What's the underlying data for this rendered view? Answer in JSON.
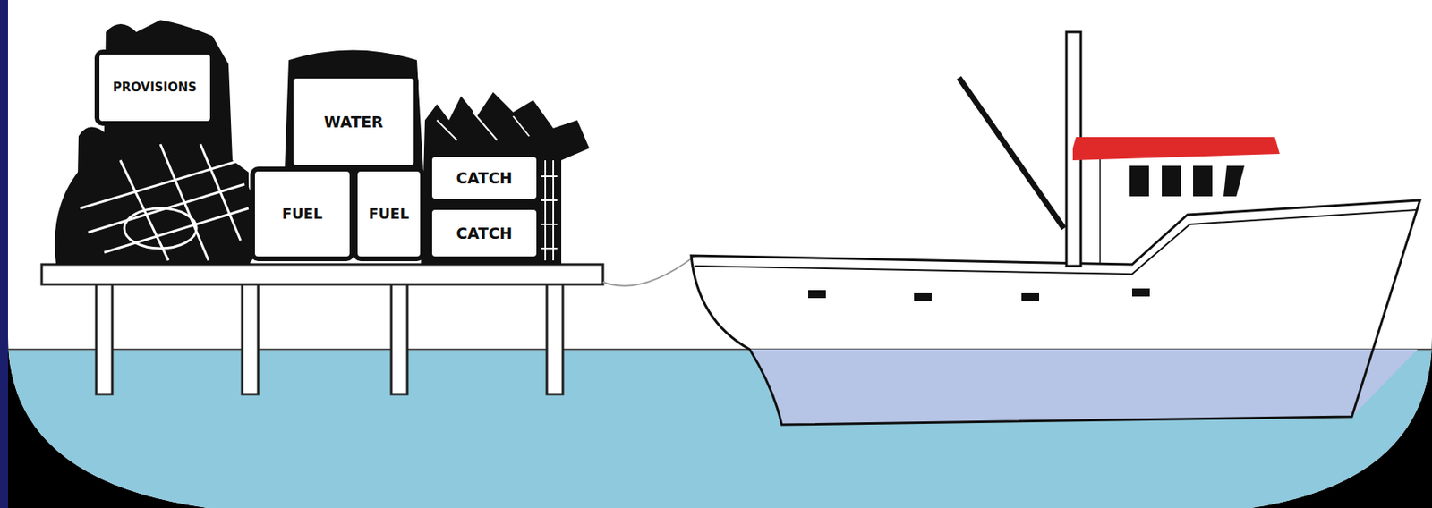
{
  "diagram": {
    "nodes": [
      {
        "text": [
          "PROVISIONS"
        ]
      },
      {
        "text": [
          "WATER"
        ]
      },
      {
        "text": [
          "FUEL"
        ]
      },
      {
        "text": [
          "FUEL"
        ]
      },
      {
        "text": [
          "CATCH"
        ]
      },
      {
        "text": [
          "CATCH"
        ]
      }
    ]
  }
}
